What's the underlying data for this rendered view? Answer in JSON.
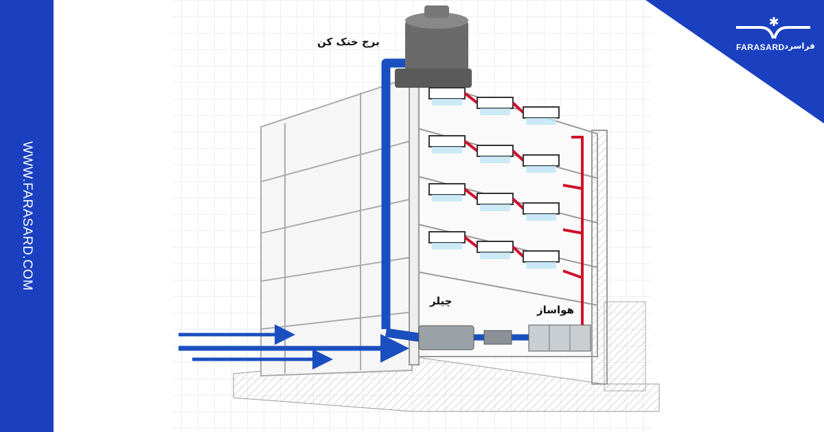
{
  "brand": {
    "name_latin": "FARASARD",
    "name_persian": "فراسرد",
    "website": "WWW.FARASARD.COM",
    "color": "#1a40c0"
  },
  "labels": {
    "cooling_tower": "برج خنک کن",
    "chiller": "چیلر",
    "air_handler": "هواساز"
  },
  "colors": {
    "chilled_water_pipe": "#1a4fc0",
    "hot_water_pipe": "#d0102a",
    "grid": "#e2e2e2"
  },
  "vents": {
    "floors": 4,
    "units_per_floor": 3
  }
}
